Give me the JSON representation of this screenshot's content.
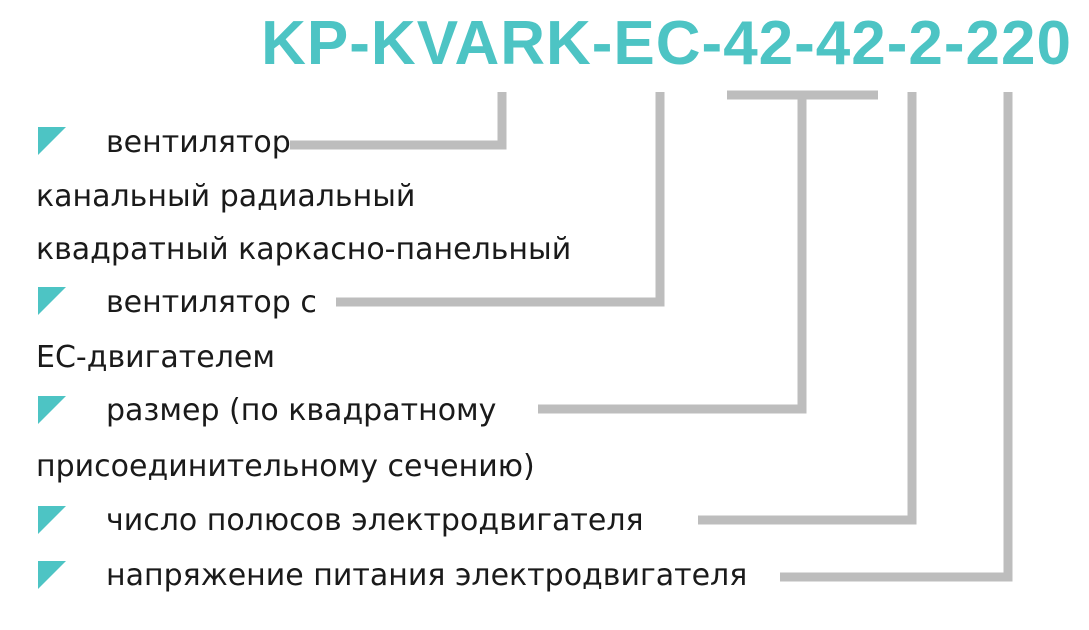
{
  "code": "KP-KVARK-EC-42-42-2-220",
  "colors": {
    "accent": "#4dc4c4",
    "connector": "#bdbdbd",
    "text": "#1a1a1a"
  },
  "items": [
    {
      "bullet_icon": "triangle-bullet-icon",
      "lines": [
        "вентилятор",
        "канальный радиальный",
        "квадратный каркасно-панельный"
      ]
    },
    {
      "bullet_icon": "triangle-bullet-icon",
      "lines": [
        "вентилятор с",
        "ЕС-двигателем"
      ]
    },
    {
      "bullet_icon": "triangle-bullet-icon",
      "lines": [
        "размер (по квадратному",
        "присоединительному сечению)"
      ]
    },
    {
      "bullet_icon": "triangle-bullet-icon",
      "lines": [
        "число полюсов электродвигателя"
      ]
    },
    {
      "bullet_icon": "triangle-bullet-icon",
      "lines": [
        "напряжение питания электродвигателя"
      ]
    }
  ]
}
